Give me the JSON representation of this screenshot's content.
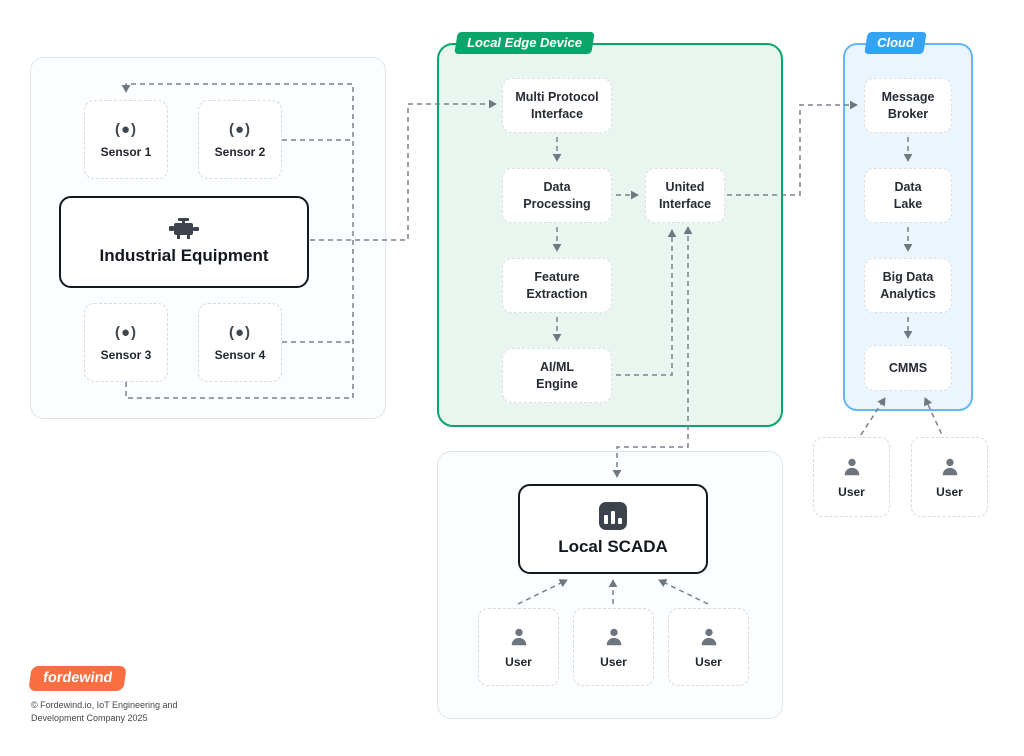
{
  "brand": {
    "logo_text": "fordewind",
    "copyright_line1": "© Fordewind.io, IoT Engineering and",
    "copyright_line2": "Development Company 2025",
    "logo_color": "#fa6e41"
  },
  "colors": {
    "edge_accent": "#0aa56b",
    "edge_background": "#e9f6f0",
    "cloud_accent": "#35a3f3",
    "cloud_background": "#ebf5fd",
    "connector": "#78828d",
    "dashed_box_border": "#d4dbe2",
    "solid_box_border": "#14181f"
  },
  "equipment_section": {
    "sensors": [
      {
        "label": "Sensor 1"
      },
      {
        "label": "Sensor 2"
      },
      {
        "label": "Sensor 3"
      },
      {
        "label": "Sensor 4"
      }
    ],
    "equipment_label": "Industrial Equipment"
  },
  "edge_section": {
    "tag": "Local Edge Device",
    "nodes": {
      "multi_protocol_interface": "Multi Protocol\nInterface",
      "data_processing": "Data\nProcessing",
      "united_interface": "United\nInterface",
      "feature_extraction": "Feature\nExtraction",
      "aiml_engine": "AI/ML\nEngine"
    }
  },
  "cloud_section": {
    "tag": "Cloud",
    "nodes": {
      "message_broker": "Message\nBroker",
      "data_lake": "Data\nLake",
      "big_data_analytics": "Big Data\nAnalytics",
      "cmms": "CMMS"
    },
    "users": [
      {
        "label": "User"
      },
      {
        "label": "User"
      }
    ]
  },
  "scada_section": {
    "scada_label": "Local SCADA",
    "users": [
      {
        "label": "User"
      },
      {
        "label": "User"
      },
      {
        "label": "User"
      }
    ]
  },
  "icons": {
    "sensor_glyph": "(●)"
  }
}
